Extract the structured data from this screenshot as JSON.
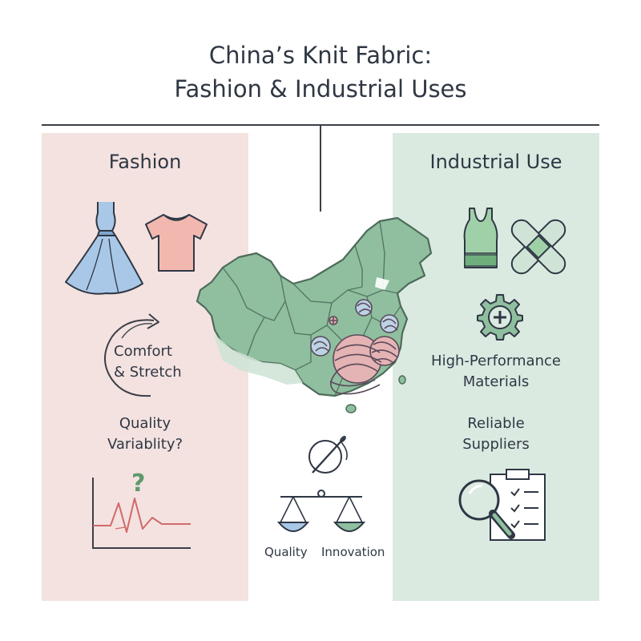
{
  "title": {
    "line1": "China’s Knit Fabric:",
    "line2": "Fashion & Industrial Uses"
  },
  "fashion": {
    "heading": "Fashion",
    "comfort_line1": "Comfort",
    "comfort_line2": "& Stretch",
    "quality_line1": "Quality",
    "quality_line2": "Variablity?",
    "question_mark": "?"
  },
  "industrial": {
    "heading": "Industrial Use",
    "materials_line1": "High-Performance",
    "materials_line2": "Materials",
    "suppliers_line1": "Reliable",
    "suppliers_line2": "Suppliers"
  },
  "balance": {
    "left_label": "Quality",
    "right_label": "Innovation"
  },
  "colors": {
    "fashion_panel": "#f3e2e0",
    "industrial_panel": "#dbeae1",
    "map_green": "#8fbf9f",
    "yarn_pink": "#d99a9a",
    "dress_blue": "#a9c8e8",
    "tshirt_pink": "#f2b8b0"
  },
  "icons": [
    "dress-icon",
    "tshirt-icon",
    "stretch-arrow-icon",
    "question-chart-icon",
    "tank-top-icon",
    "bandage-icon",
    "gear-plus-icon",
    "magnifier-checklist-icon",
    "needle-thread-icon",
    "balance-scale-icon",
    "china-map-icon",
    "yarn-icon"
  ]
}
